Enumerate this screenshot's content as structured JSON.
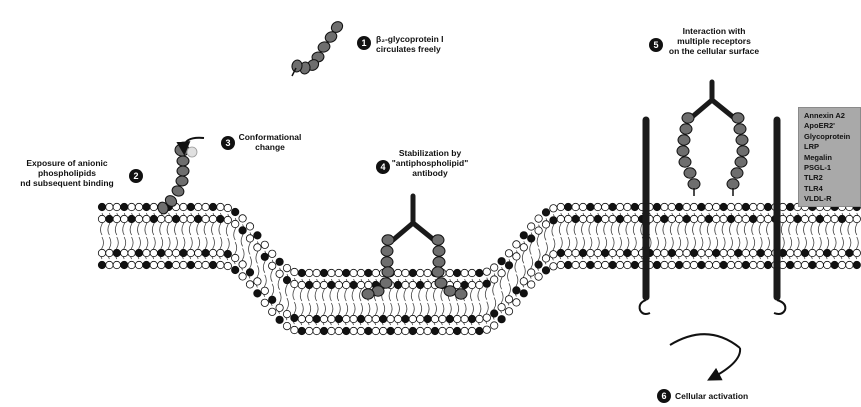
{
  "steps": [
    {
      "number": "1",
      "text": "β₂-glycoprotein I\ncirculates freely"
    },
    {
      "number": "2",
      "text": "Exposure of anionic\nphospholipids\nnd subsequent binding"
    },
    {
      "number": "3",
      "text": "Conformational\nchange"
    },
    {
      "number": "4",
      "text": "Stabilization by\n\"antiphospholipid\"\nantibody"
    },
    {
      "number": "5",
      "text": "Interaction with\nmultiple receptors\non the cellular surface"
    },
    {
      "number": "6",
      "text": "Cellular activation"
    }
  ],
  "receptors": [
    "Annexin A2",
    "ApoER2'",
    "Glycoprotein",
    "LRP",
    "Megalin",
    "PSGL-1",
    "TLR2",
    "TLR4",
    "VLDL-R"
  ],
  "colors": {
    "head_dark": "#111111",
    "head_light": "#ffffff",
    "protein": "#6e6e6e",
    "antibody": "#1a1a1a",
    "receptor_box": "#a9a9a9"
  }
}
